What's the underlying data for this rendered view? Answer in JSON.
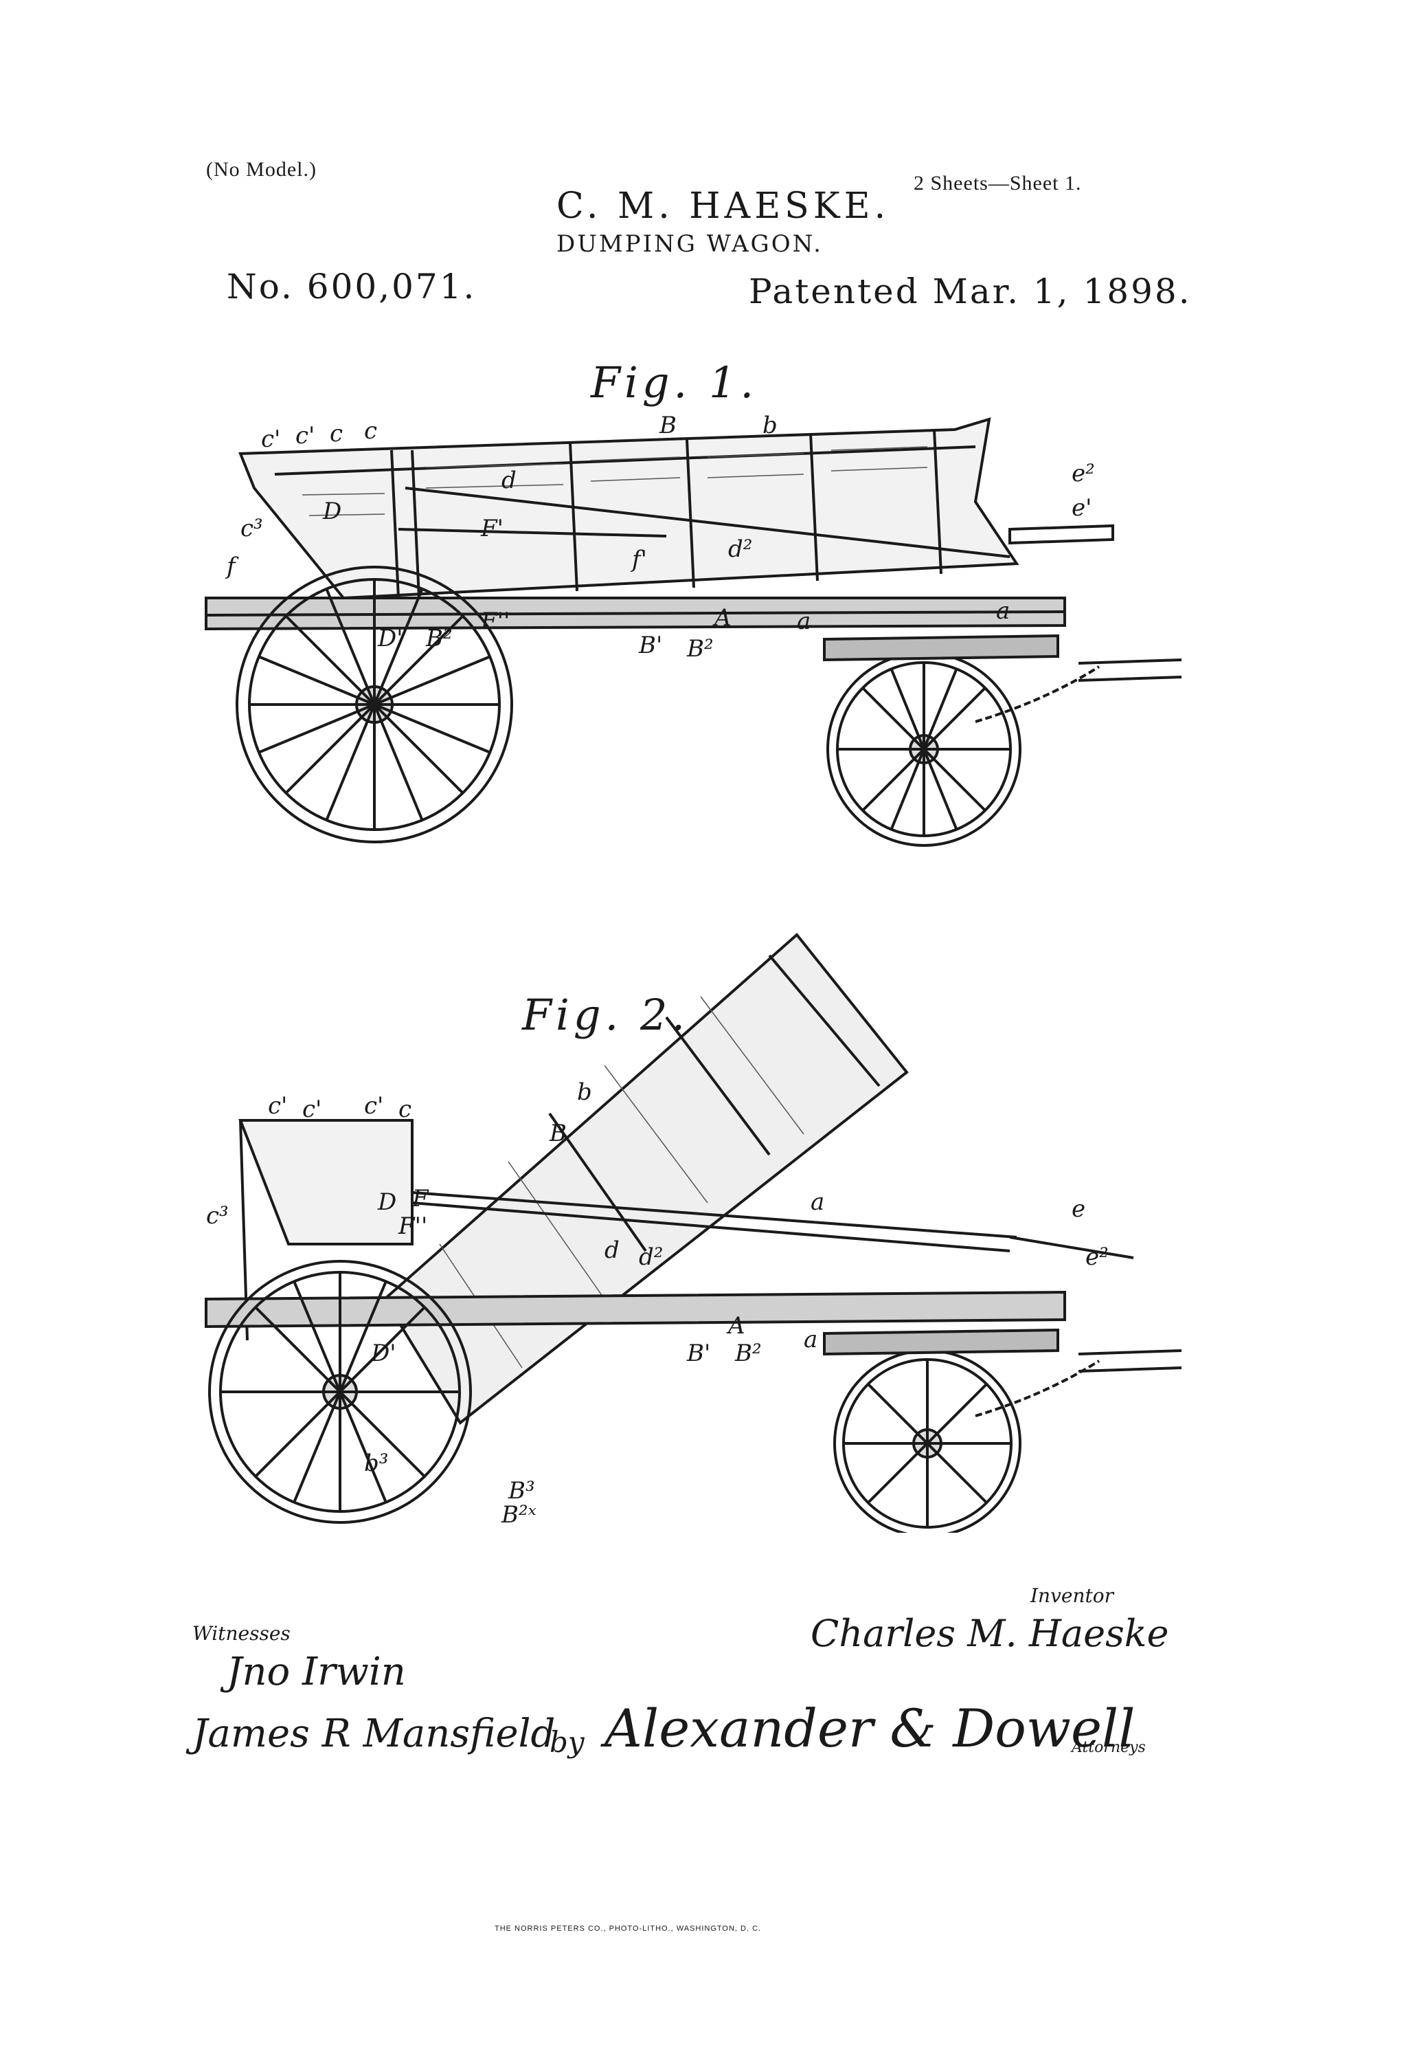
{
  "header": {
    "model_note": "(No Model.)",
    "sheets": "2 Sheets—Sheet 1.",
    "inventor_name": "C. M. HAESKE.",
    "title": "DUMPING WAGON.",
    "patent_number": "No. 600,071.",
    "patent_date": "Patented Mar. 1, 1898."
  },
  "figures": {
    "fig1_label": "Fig. 1.",
    "fig2_label": "Fig. 2.",
    "fig1_refs": [
      "c'",
      "c'",
      "c",
      "c",
      "B",
      "b",
      "d",
      "e²",
      "e'",
      "c³",
      "D",
      "F'",
      "f",
      "f'",
      "d²",
      "D'",
      "B²",
      "F''",
      "A",
      "a",
      "a",
      "B'",
      "B²"
    ],
    "fig2_refs": [
      "c'",
      "c'",
      "c'",
      "c",
      "b",
      "B",
      "c³",
      "D",
      "F",
      "F''",
      "a",
      "e",
      "e²",
      "d",
      "d²",
      "A",
      "B'",
      "B²",
      "a",
      "D'",
      "b³",
      "B³",
      "B²ˣ"
    ]
  },
  "signatures": {
    "witnesses_label": "Witnesses",
    "witness1": "Jno Irwin",
    "witness2": "James R Mansfield",
    "inventor_label": "Inventor",
    "inventor_signature": "Charles M. Haeske",
    "by": "by",
    "attorneys_signature": "Alexander & Dowell",
    "attorneys_label": "Attorneys"
  },
  "footer": {
    "printer": "THE NORRIS PETERS CO., PHOTO-LITHO., WASHINGTON, D. C."
  }
}
